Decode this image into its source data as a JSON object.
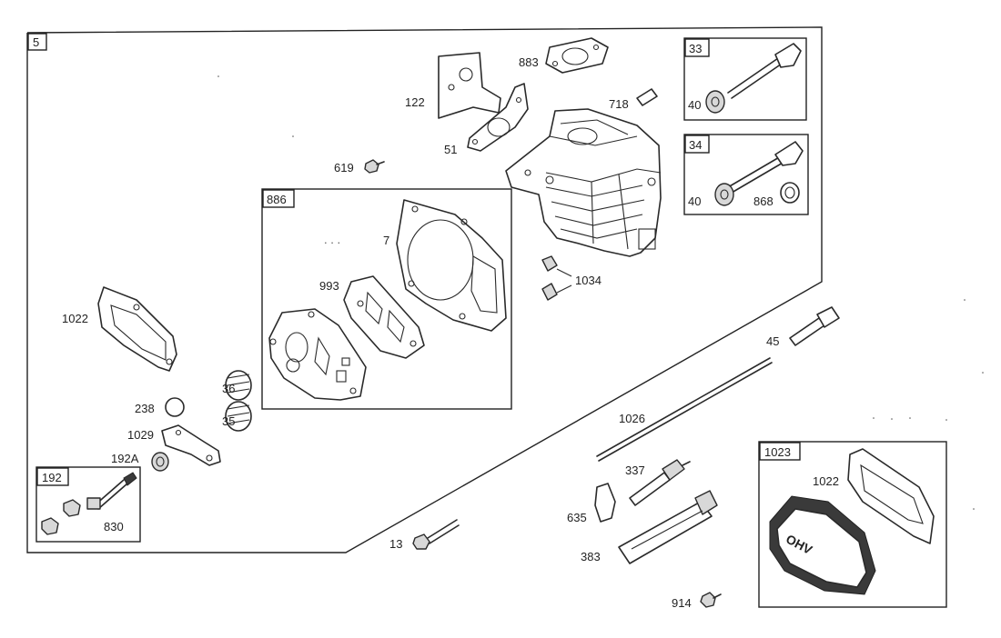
{
  "frames": {
    "main": "5",
    "valve_intake": "33",
    "valve_exhaust": "34",
    "gasket_set": "886",
    "rocker_kit": "192",
    "cover_kit": "1023"
  },
  "labels": {
    "p122": "122",
    "p883": "883",
    "p718": "718",
    "p51": "51",
    "p619": "619",
    "p40a": "40",
    "p40b": "40",
    "p868": "868",
    "p7": "7",
    "p993": "993",
    "p1034": "1034",
    "p1022a": "1022",
    "p36": "36",
    "p35": "35",
    "p238": "238",
    "p1029": "1029",
    "p192a": "192A",
    "p830": "830",
    "p45": "45",
    "p1026": "1026",
    "p337": "337",
    "p635": "635",
    "p383": "383",
    "p13": "13",
    "p1022b": "1022",
    "p914": "914"
  },
  "cover_emboss": "OHV",
  "colors": {
    "line": "#2a2a2a",
    "background": "#ffffff"
  }
}
